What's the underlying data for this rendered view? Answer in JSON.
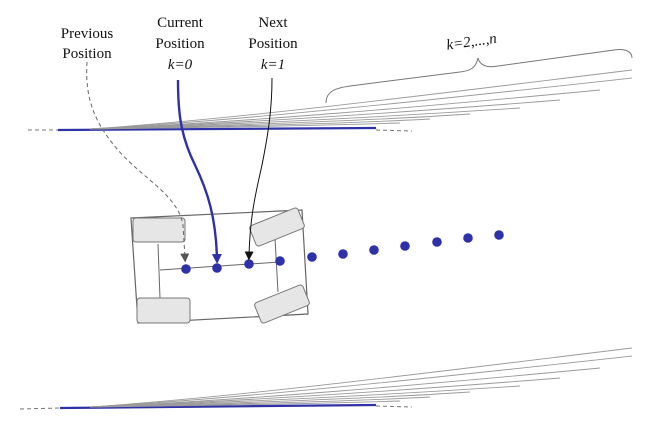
{
  "labels": {
    "previous": [
      "Previous",
      "Position"
    ],
    "current": [
      "Current",
      "Position",
      "k=0"
    ],
    "next": [
      "Next",
      "Position",
      "k=1"
    ],
    "horizon": "k=2,...,n"
  },
  "colors": {
    "accent": "#2f31a8",
    "outline": "#555555",
    "fan": "#9a9a9a",
    "wheel_fill": "#e6e6e6",
    "dashed": "#666666"
  }
}
